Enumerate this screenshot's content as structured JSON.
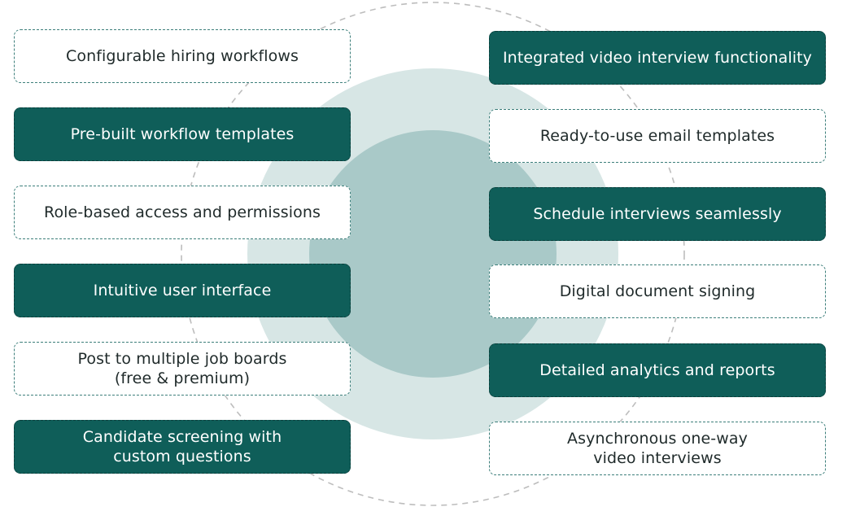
{
  "colors": {
    "dark_card": "#0f5e59",
    "light_card_border": "#3d7f7b",
    "outer_circle": "#d7e6e5",
    "inner_circle": "#a9c9c8",
    "dashed_ring": "#bdbdbd"
  },
  "left_features": [
    {
      "label": "Configurable hiring workflows",
      "style": "light"
    },
    {
      "label": "Pre-built workflow templates",
      "style": "dark"
    },
    {
      "label": "Role-based access and permissions",
      "style": "light"
    },
    {
      "label": "Intuitive user interface",
      "style": "dark"
    },
    {
      "label": "Post to multiple job boards\n(free & premium)",
      "style": "light"
    },
    {
      "label": "Candidate screening with\ncustom questions",
      "style": "dark"
    }
  ],
  "right_features": [
    {
      "label": "Integrated video interview functionality",
      "style": "dark"
    },
    {
      "label": "Ready-to-use email templates",
      "style": "light"
    },
    {
      "label": "Schedule interviews seamlessly",
      "style": "dark"
    },
    {
      "label": "Digital document signing",
      "style": "light"
    },
    {
      "label": "Detailed analytics and reports",
      "style": "dark"
    },
    {
      "label": "Asynchronous one-way\nvideo interviews",
      "style": "light"
    }
  ]
}
